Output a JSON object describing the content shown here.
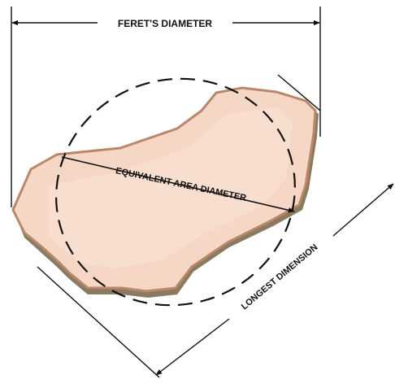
{
  "labels": {
    "feret": "FERET'S DIAMETER",
    "equivalent": "EQUIVALENT AREA DIAMETER",
    "longest": "LONGEST DIMENSION"
  },
  "colors": {
    "line": "#111111",
    "particle_fill": "#f6d6c4",
    "particle_edge": "#b9876a",
    "particle_shadow": "#8a7a60"
  }
}
